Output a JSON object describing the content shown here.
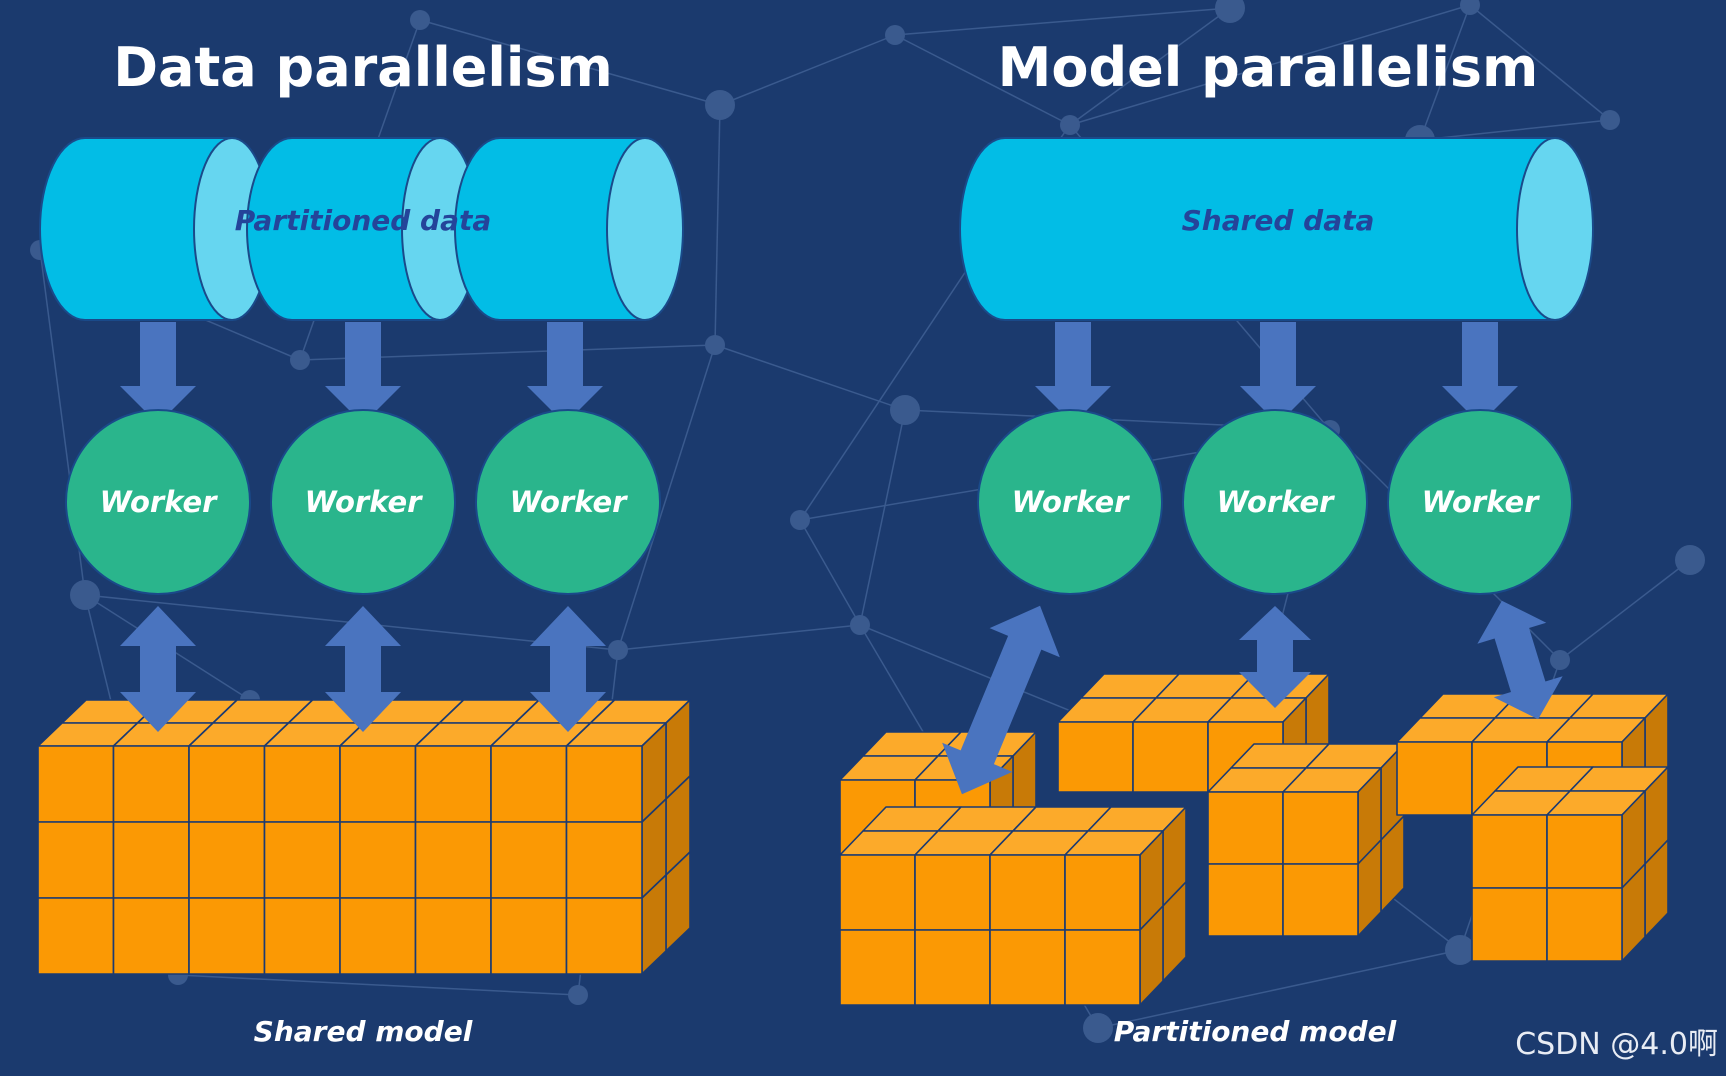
{
  "left_panel": {
    "title": "Data parallelism",
    "data_label": "Partitioned data",
    "workers": [
      "Worker",
      "Worker",
      "Worker"
    ],
    "model_label": "Shared model"
  },
  "right_panel": {
    "title": "Model parallelism",
    "data_label": "Shared data",
    "workers": [
      "Worker",
      "Worker",
      "Worker"
    ],
    "model_label": "Partitioned model"
  },
  "watermark": "CSDN @4.0啊",
  "colors": {
    "background": "#1b3a6e",
    "cylinder_body": "#02bde6",
    "cylinder_end": "#66d6f0",
    "worker": "#2ab58c",
    "arrow": "#4a74bf",
    "cube_front": "#fb9904",
    "cube_top": "#fcaa2a",
    "cube_side": "#c87a07",
    "text_dark": "#24449a",
    "text_light": "#ffffff"
  }
}
